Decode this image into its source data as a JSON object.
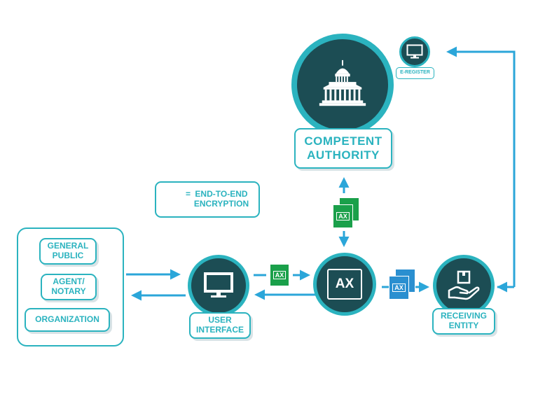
{
  "colors": {
    "accent": "#2bb3bf",
    "dark": "#1c4d54",
    "arrow": "#2ba6d9",
    "doc_green": "#1aa04a",
    "doc_blue": "#2a8fd0"
  },
  "authority": {
    "line1": "COMPETENT",
    "line2": "AUTHORITY"
  },
  "eregister": {
    "label": "E-REGISTER"
  },
  "legend": {
    "line1": "END-TO-END",
    "line2": "ENCRYPTION",
    "prefix": "="
  },
  "senders": {
    "general_public": {
      "line1": "GENERAL",
      "line2": "PUBLIC"
    },
    "agent_notary": {
      "line1": "AGENT/",
      "line2": "NOTARY"
    },
    "organization": {
      "line1": "ORGANIZATION"
    }
  },
  "user_interface": {
    "line1": "USER",
    "line2": "INTERFACE"
  },
  "ax_hub": {
    "label": "AX"
  },
  "receiving_entity": {
    "line1": "RECEIVING",
    "line2": "ENTITY"
  },
  "doc_icon_label": "AX",
  "icons": [
    "capitol-icon",
    "monitor-icon",
    "box-hand-icon"
  ]
}
